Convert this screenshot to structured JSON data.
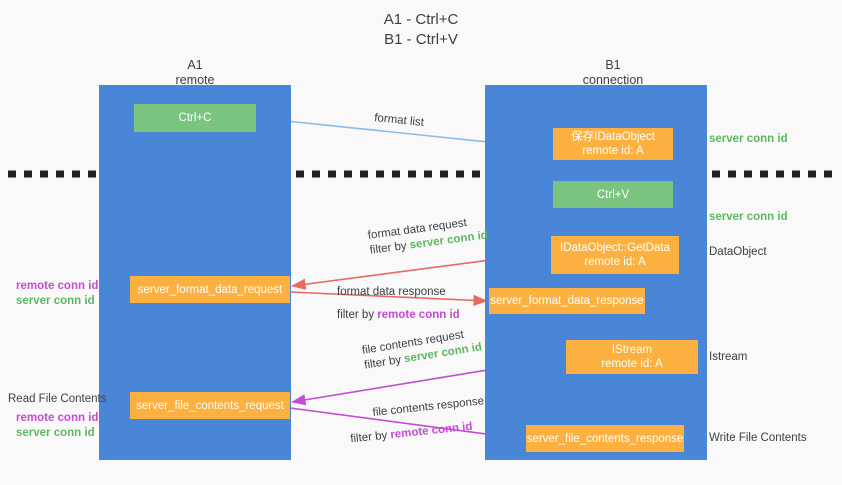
{
  "title": "A1 - Ctrl+C\nB1 - Ctrl+V",
  "colors": {
    "background": "#f9f9f9",
    "lane": "#4a86d8",
    "node_green": "#7ac47f",
    "node_orange": "#fbb03f",
    "text": "#3c4043",
    "accent_green": "#5cb860",
    "accent_purple": "#c44bd4",
    "arrow_lightblue": "#89bce8",
    "arrow_red": "#e8695f",
    "arrow_purple": "#c44bd4",
    "arrow_black": "#202124",
    "divider": "#202124"
  },
  "columns": [
    {
      "name": "A1",
      "sub": "remote"
    },
    {
      "name": "B1",
      "sub": "connection"
    }
  ],
  "nodes": {
    "ctrl_c": {
      "line1": "Ctrl+C"
    },
    "save_idataobject": {
      "line1": "保存IDataObject",
      "line2": "remote id: A"
    },
    "ctrl_v": {
      "line1": "Ctrl+V"
    },
    "getdata": {
      "line1": "IDataObject::GetData",
      "line2": "remote id: A"
    },
    "istream": {
      "line1": "IStream",
      "line2": "remote id: A"
    },
    "format_data_request": {
      "line1": "server_format_data_request"
    },
    "format_data_response": {
      "line1": "server_format_data_response"
    },
    "file_contents_request": {
      "line1": "server_file_contents_request"
    },
    "file_contents_response": {
      "line1": "server_file_contents_response"
    }
  },
  "edges": {
    "format_list": {
      "label": "format list"
    },
    "format_data_request": {
      "line1": "format data request",
      "line2_prefix": "filter by ",
      "line2_accent": "server conn id"
    },
    "format_data_response": {
      "line1": "format data response",
      "line2_prefix": "filter by ",
      "line2_accent": "remote conn id"
    },
    "file_contents_request": {
      "line1": "file contents request",
      "line2_prefix": "filter by ",
      "line2_accent": "server conn id"
    },
    "file_contents_response": {
      "line1": "file contents response",
      "line2_prefix": "filter by ",
      "line2_accent": "remote conn id"
    }
  },
  "annotations": {
    "right_server_conn_id_top": "server conn id",
    "right_server_conn_id_mid": "server conn id",
    "right_dataobject": "DataObject",
    "right_istream": "Istream",
    "right_write_file_contents": "Write File Contents",
    "left_remote_conn_id_1": "remote conn id",
    "left_server_conn_id_1": "server conn id",
    "left_read_file_contents": "Read File Contents",
    "left_remote_conn_id_2": "remote conn id",
    "left_server_conn_id_2": "server conn id"
  }
}
